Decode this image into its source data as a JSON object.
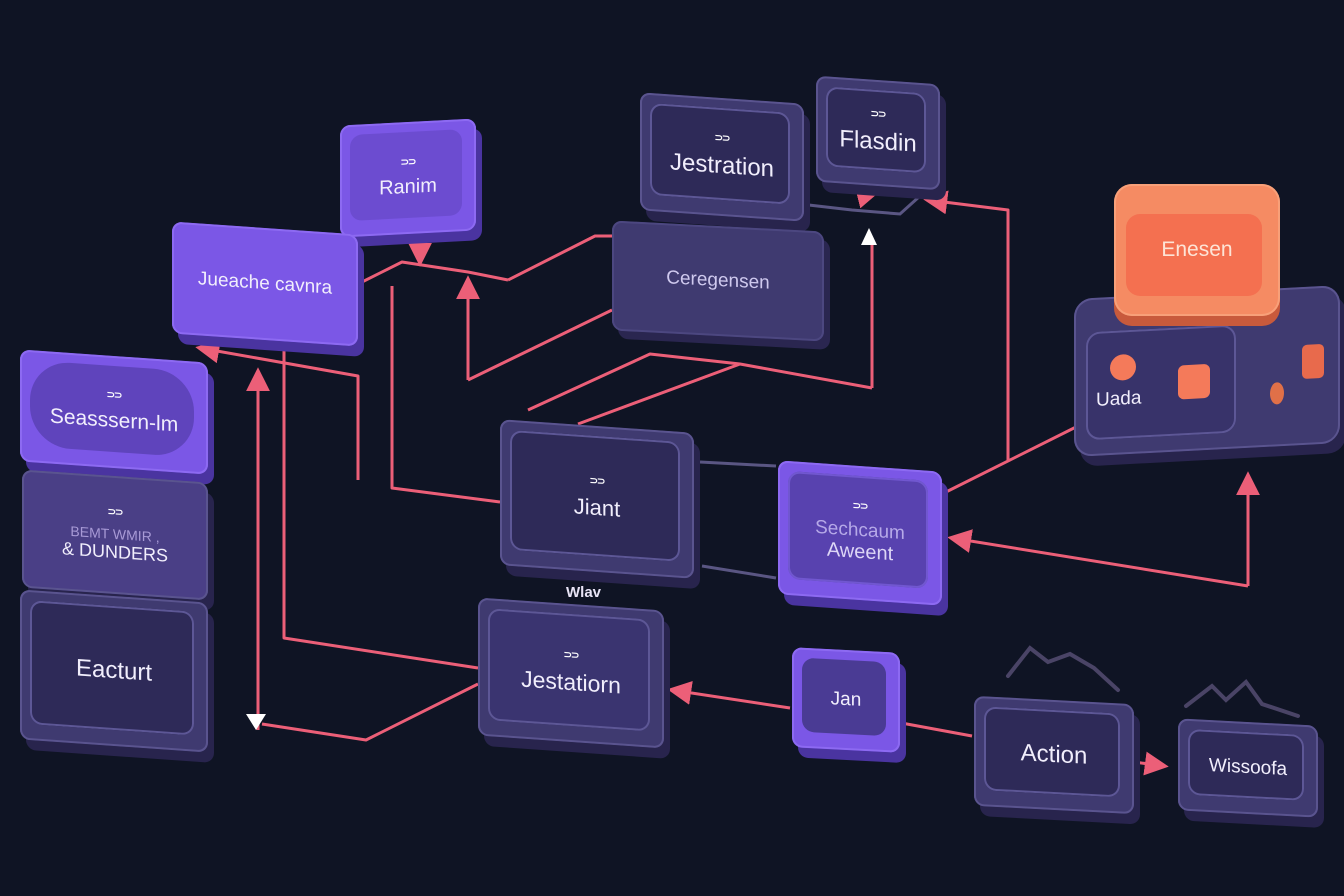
{
  "nodes": {
    "ranim": {
      "label": "Ranim",
      "glyph": "⊃⊃"
    },
    "jueache": {
      "label": "Jueache cavnra"
    },
    "jestration_top": {
      "label": "Jestration",
      "glyph": "⊃⊃"
    },
    "flasdin": {
      "label": "Flasdin",
      "glyph": "⊃⊃"
    },
    "ceregensen": {
      "label": "Ceregensen"
    },
    "enesen": {
      "label": "Enesen"
    },
    "uada": {
      "label": "Uada"
    },
    "seassem": {
      "label": "Seasssern-lm",
      "glyph": "⊃⊃"
    },
    "dunders": {
      "line1": "BEMT WMIR ,",
      "line2": "& DUNDERS",
      "glyph": "⊃⊃"
    },
    "eacturt": {
      "label": "Eacturt"
    },
    "jiant": {
      "label": "Jiant",
      "glyph": "⊃⊃"
    },
    "awent": {
      "line1": "Sechcaum",
      "line2": "Aweent",
      "glyph": "⊃⊃"
    },
    "jestation_bottom": {
      "label": "Jestatiorn",
      "glyph": "⊃⊃"
    },
    "jan": {
      "label": "Jan"
    },
    "action": {
      "label": "Action"
    },
    "wissoofa": {
      "label": "Wissoofa"
    }
  },
  "annotations": {
    "under_jiant": "Wlav"
  },
  "colors": {
    "background": "#0f1424",
    "violet_node": "#7b57e6",
    "slate_node": "#3f3a70",
    "accent_orange": "#f47a5a",
    "wire_pink": "#ec5f78"
  }
}
